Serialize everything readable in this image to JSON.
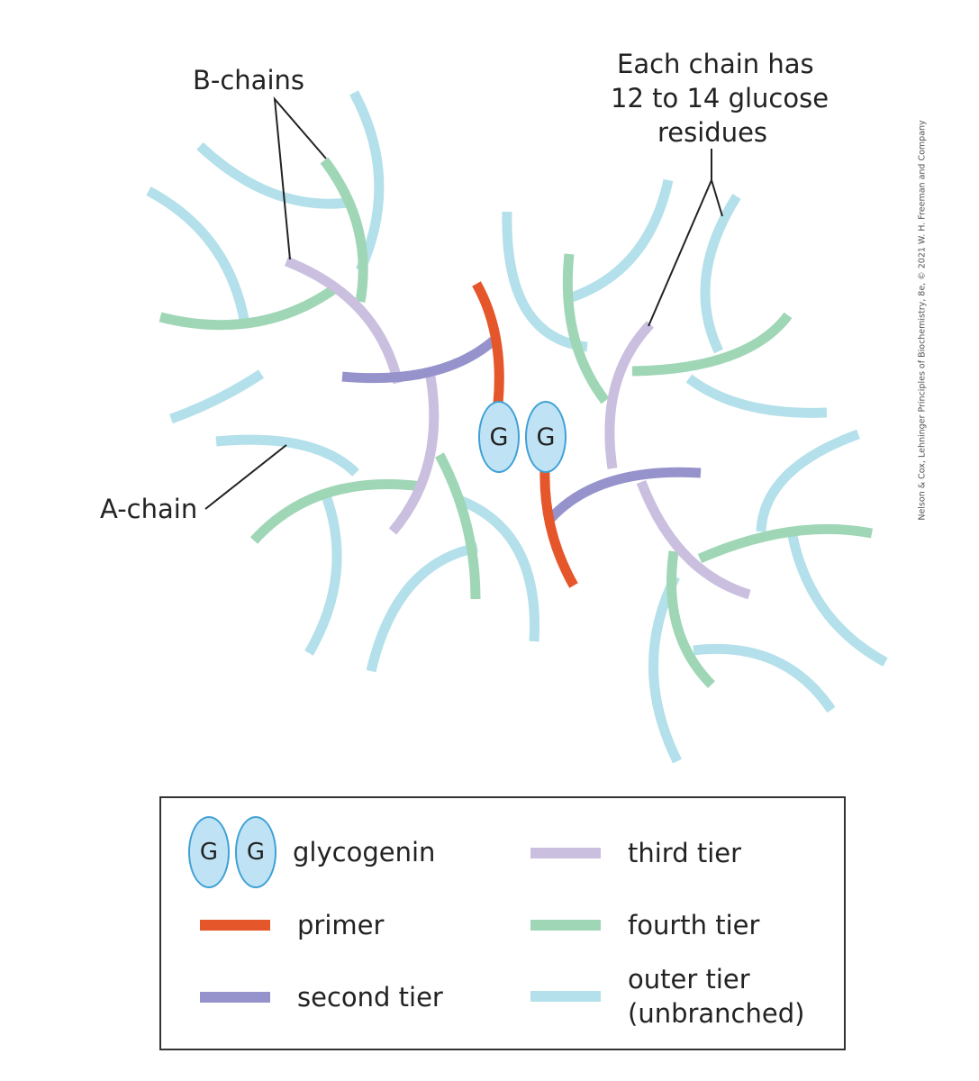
{
  "labels": {
    "b_chains": "B-chains",
    "a_chain": "A-chain",
    "each_chain_lines": [
      "Each chain has",
      "12 to 14 glucose",
      "residues"
    ]
  },
  "glycogenin": {
    "left": "G",
    "right": "G"
  },
  "credit": "Nelson & Cox, Lehninger Principles of Biochemistry, 8e, © 2021 W. H. Freeman and Company",
  "colors": {
    "primer": "#e5562b",
    "second_tier": "#9693cc",
    "third_tier": "#cbbfe0",
    "fourth_tier": "#9fd6b6",
    "outer_tier": "#b3e0ea",
    "glycogenin_fill": "#bfe3f4",
    "glycogenin_stroke": "#3fa0d6"
  },
  "legend": {
    "glycogenin": {
      "g1": "G",
      "g2": "G",
      "label": "glycogenin"
    },
    "primer": "primer",
    "second_tier": "second tier",
    "third_tier": "third tier",
    "fourth_tier": "fourth tier",
    "outer_tier_line1": "outer tier",
    "outer_tier_line2": "(unbranched)"
  }
}
